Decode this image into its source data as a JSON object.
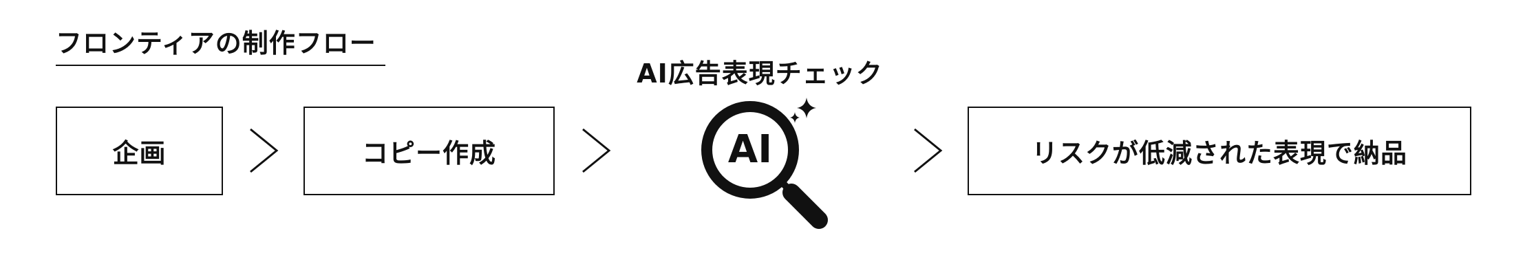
{
  "flow": {
    "title": "フロンティアの制作フロー",
    "steps": {
      "plan": "企画",
      "copy": "コピー作成",
      "ai_check": "AI広告表現チェック",
      "deliver": "リスクが低減された表現で納品"
    },
    "ai_icon_text": "AI"
  },
  "colors": {
    "ink": "#111111",
    "background": "#ffffff"
  },
  "icons": {
    "arrow": "chevron-right-icon",
    "search": "magnifier-icon",
    "sparkle": "sparkle-icon"
  }
}
